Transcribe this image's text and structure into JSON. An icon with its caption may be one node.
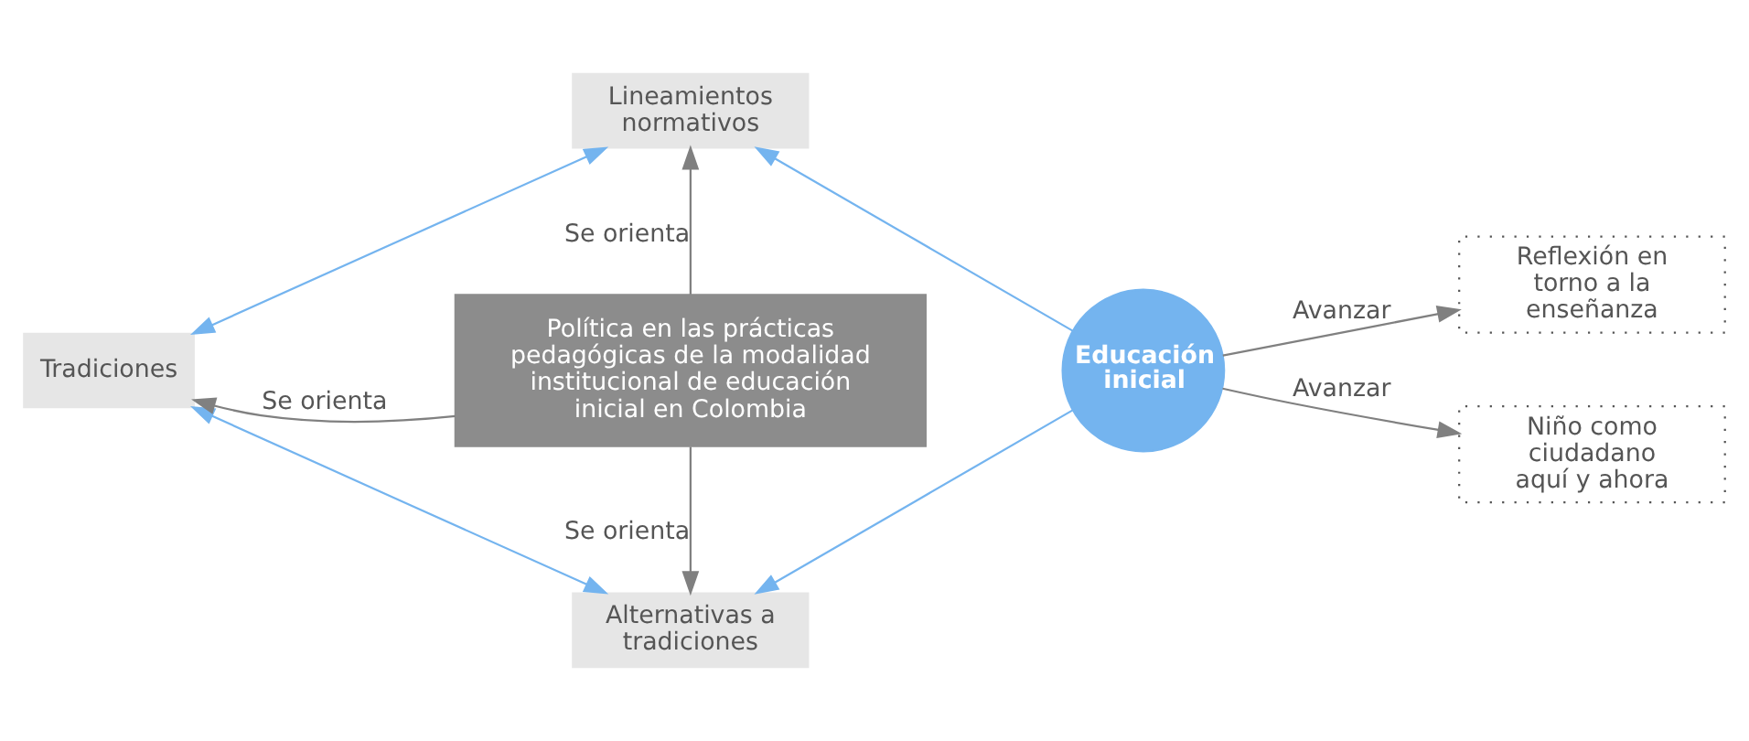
{
  "diagram": {
    "nodes": [
      {
        "text": [
          "Lineamientos normativos"
        ]
      },
      {
        "text": [
          "Tradiciones"
        ]
      },
      {
        "text": [
          "Política en las prácticas pedagógicas de la modalidad institucional de educación inicial en Colombia"
        ]
      },
      {
        "text": [
          "Educación inicial"
        ]
      },
      {
        "text": [
          "Reflexión en torno a la enseñanza"
        ]
      },
      {
        "text": [
          "Niño como ciudadano aquí y ahora"
        ]
      },
      {
        "text": [
          "Alternativas a tradiciones"
        ]
      }
    ],
    "edges": [
      {
        "from": 2,
        "to": 0,
        "arrow": "to",
        "label": "Se orienta"
      },
      {
        "from": 2,
        "to": 1,
        "arrow": "to",
        "label": "Se orienta"
      },
      {
        "from": 2,
        "to": 6,
        "arrow": "to",
        "label": "Se orienta"
      },
      {
        "from": 0,
        "to": 1,
        "arrow": "both",
        "color": "#74b4ef"
      },
      {
        "from": 1,
        "to": 6,
        "arrow": "both",
        "color": "#74b4ef"
      },
      {
        "from": 3,
        "to": 0,
        "arrow": "to",
        "color": "#74b4ef"
      },
      {
        "from": 3,
        "to": 6,
        "arrow": "to",
        "color": "#74b4ef"
      },
      {
        "from": 3,
        "to": 4,
        "arrow": "to",
        "label": "Avanzar"
      },
      {
        "from": 3,
        "to": 5,
        "arrow": "to",
        "label": "Avanzar"
      }
    ]
  }
}
